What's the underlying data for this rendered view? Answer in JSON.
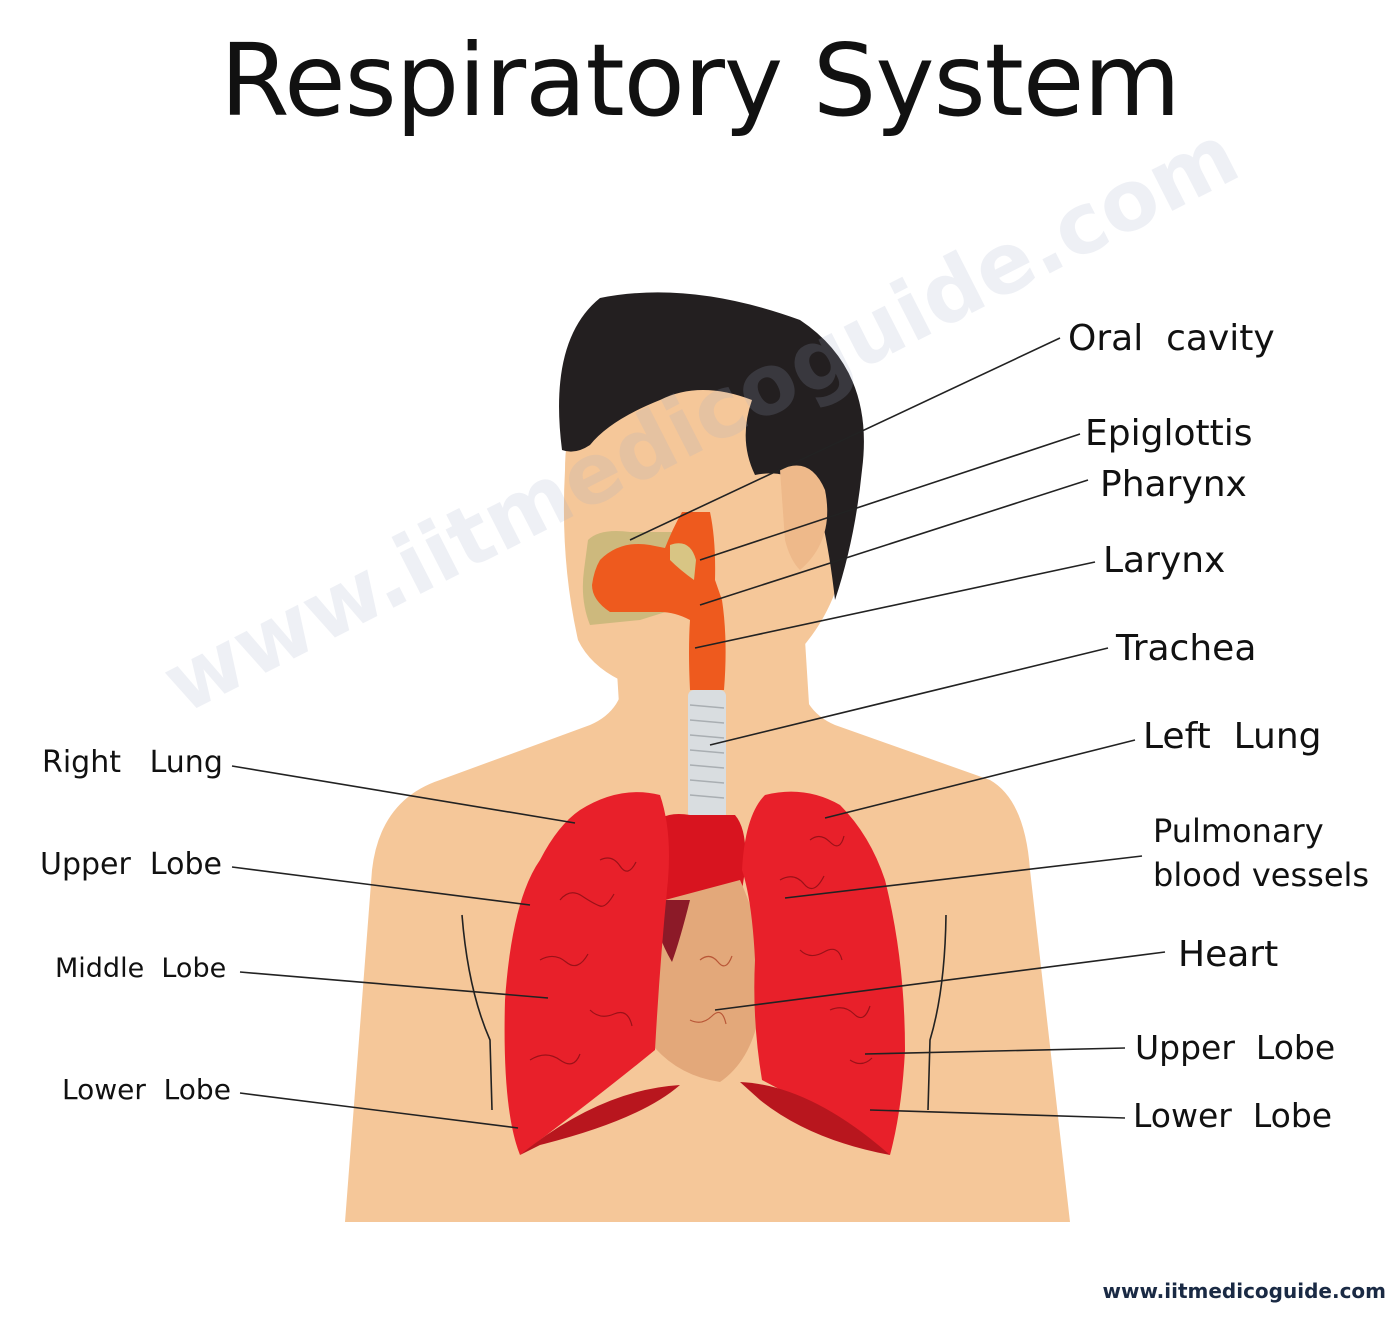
{
  "title": "Respiratory System",
  "labels_right": {
    "oral_cavity": "Oral  cavity",
    "epiglottis": "Epiglottis",
    "pharynx": "Pharynx",
    "larynx": "Larynx",
    "trachea": "Trachea",
    "left_lung": "Left  Lung",
    "pulmonary_line1": "Pulmonary",
    "pulmonary_line2": "blood vessels",
    "heart": "Heart",
    "upper_lobe": "Upper  Lobe",
    "lower_lobe": "Lower  Lobe"
  },
  "labels_left": {
    "right_lung": "Right   Lung",
    "upper_lobe": "Upper  Lobe",
    "middle_lobe": "Middle  Lobe",
    "lower_lobe": "Lower  Lobe"
  },
  "watermark": "www.iitmedicoguide.com",
  "footer": "www.iitmedicoguide.com",
  "colors": {
    "skin": "#f5c799",
    "hair": "#231f20",
    "lung": "#e8202a",
    "lung_dark": "#b8161e",
    "airway": "#ee5a1e",
    "trachea": "#d9dde0",
    "heart": "#e3a87a"
  }
}
